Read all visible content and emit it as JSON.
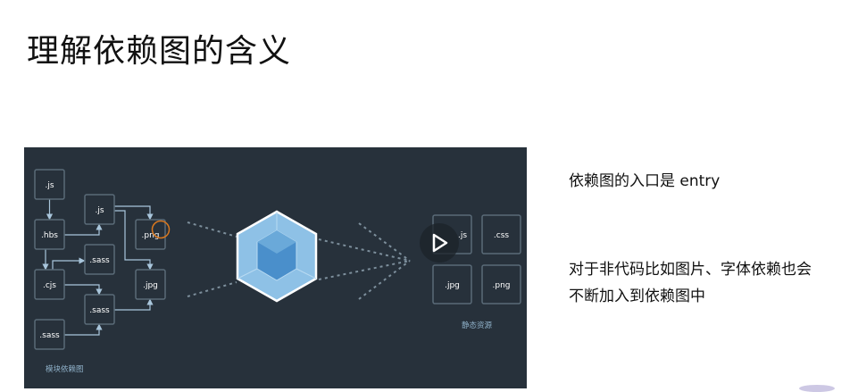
{
  "slide": {
    "title": "理解依赖图的含义",
    "notes": [
      "依赖图的入口是 entry",
      "对于非代码比如图片、字体依赖也会",
      "不断加入到依赖图中"
    ]
  },
  "diagram": {
    "module_boxes": [
      ".js",
      ".js",
      ".hbs",
      ".png",
      ".sass",
      ".cjs",
      ".jpg",
      ".sass",
      ".sass"
    ],
    "module_label": "模块依赖图",
    "asset_boxes": [
      ".js",
      ".css",
      ".jpg",
      ".png"
    ],
    "asset_label": "静态资源",
    "colors": {
      "background": "#27313b",
      "box_border": "#5a6b78",
      "arrow": "#a9c6dc",
      "cube": "#8ec1e6",
      "cursor_ring": "#d9781f"
    }
  },
  "player": {
    "play_icon": "play-icon"
  }
}
